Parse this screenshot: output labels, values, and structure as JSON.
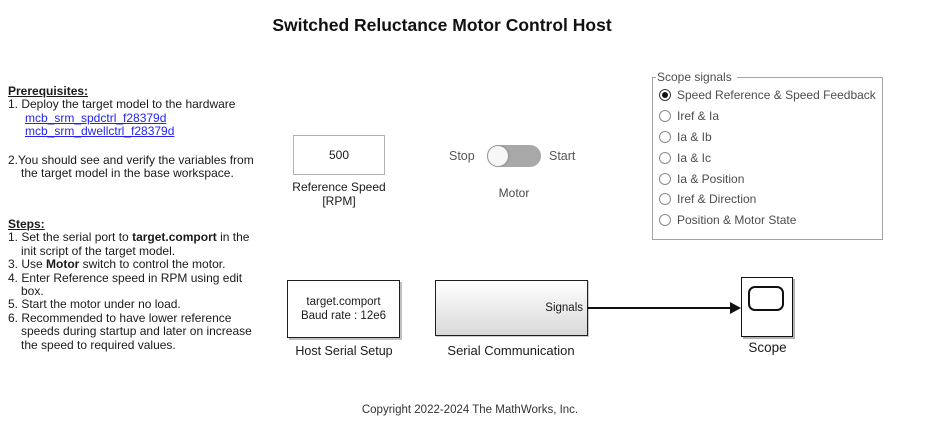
{
  "title": "Switched Reluctance Motor Control Host",
  "colors": {
    "link": "#2424ee",
    "text": "#1a1a1a",
    "muted": "#4d4d4d",
    "label_gray": "#575757",
    "border_gray": "#a3a3a3",
    "switch_track": "#a8a8a8",
    "switch_knob": "#f7f7f7",
    "block_border": "#1f1f1f",
    "block_gradient_bottom": "#d9d9d9"
  },
  "prerequisites": {
    "heading": "Prerequisites:",
    "item1": "1. Deploy the target model to the hardware",
    "links": [
      "mcb_srm_spdctrl_f28379d",
      "mcb_srm_dwellctrl_f28379d"
    ],
    "item2_line1": "2.You should see and verify the variables from",
    "item2_line2": "the target model in the base workspace."
  },
  "steps": {
    "heading": "Steps:",
    "s1_pre": "1. Set the serial port to ",
    "s1_bold": "target.comport",
    "s1_post": " in the",
    "s1_cont": "init script of the target model.",
    "s3_pre": "3. Use ",
    "s3_bold": "Motor",
    "s3_post": " switch to control the motor.",
    "s4_line1": "4. Enter Reference speed in RPM using edit",
    "s4_line2": "box.",
    "s5": "5. Start the motor under no load.",
    "s6_line1": "6. Recommended to have lower reference",
    "s6_line2": "speeds during startup and later on increase",
    "s6_line3": "the speed to required values."
  },
  "reference_speed": {
    "value": "500",
    "label_line1": "Reference Speed",
    "label_line2": "[RPM]"
  },
  "motor_switch": {
    "off_label": "Stop",
    "on_label": "Start",
    "label": "Motor",
    "state": "Stop"
  },
  "scope_signals": {
    "title": "Scope signals",
    "selected_index": 0,
    "options": [
      {
        "label": "Speed Reference & Speed Feedback"
      },
      {
        "label": "Iref & Ia"
      },
      {
        "label": "Ia & Ib"
      },
      {
        "label": "Ia & Ic"
      },
      {
        "label": "Ia & Position"
      },
      {
        "label": "Iref & Direction"
      },
      {
        "label": "Position & Motor State"
      }
    ]
  },
  "host_serial_setup": {
    "line1": "target.comport",
    "line2": "Baud rate : 12e6",
    "label": "Host Serial Setup"
  },
  "serial_communication": {
    "port_label": "Signals",
    "label": "Serial Communication"
  },
  "scope_block": {
    "label": "Scope"
  },
  "copyright": "Copyright 2022-2024 The MathWorks, Inc."
}
